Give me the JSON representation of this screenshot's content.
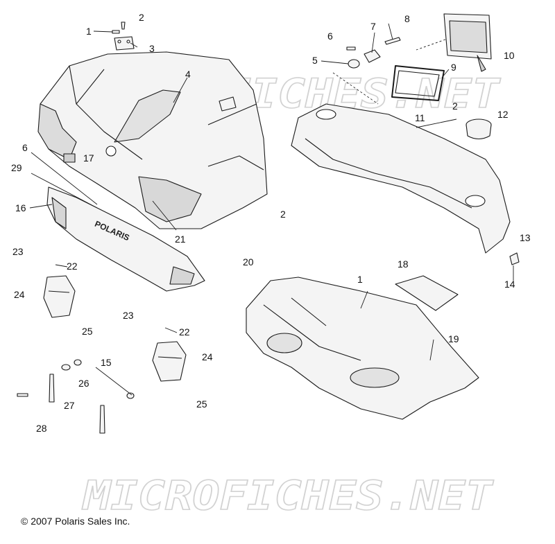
{
  "diagram": {
    "callouts": [
      "1",
      "2",
      "3",
      "4",
      "5",
      "6",
      "7",
      "8",
      "9",
      "10",
      "11",
      "12",
      "13",
      "14",
      "15",
      "16",
      "17",
      "18",
      "19",
      "20",
      "21",
      "22",
      "23",
      "24",
      "25",
      "26",
      "27",
      "28",
      "29"
    ]
  },
  "watermark": "MICROFICHES.NET",
  "copyright": "© 2007 Polaris Sales Inc.",
  "grille_logo": "POLARIS",
  "colors": {
    "line": "#1a1a1a",
    "fill": "#f4f4f4",
    "shade": "#bdbdbd",
    "watermark": "#d6d6d6"
  }
}
